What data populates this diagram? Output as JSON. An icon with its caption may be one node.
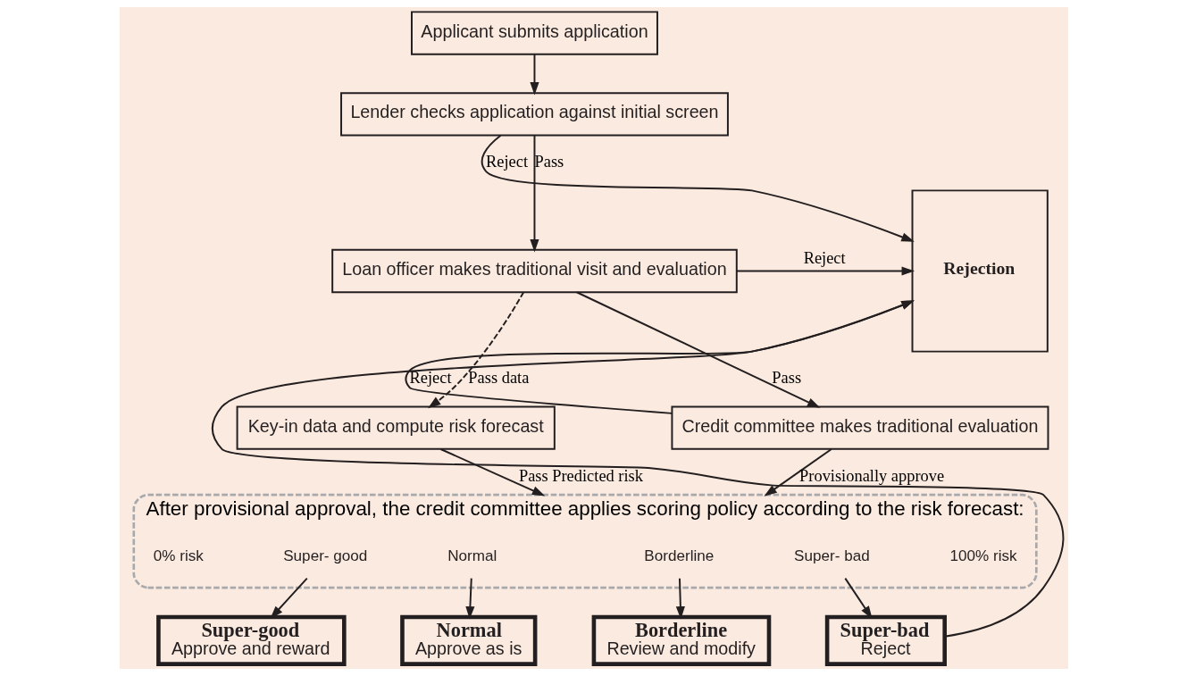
{
  "diagram": {
    "nodes": [
      {
        "text": [
          "Applicant submits application"
        ]
      },
      {
        "text": [
          "Lender checks application against initial screen"
        ]
      },
      {
        "text": [
          "Rejection"
        ]
      },
      {
        "text": [
          "Loan officer makes traditional visit and evaluation"
        ]
      },
      {
        "text": [
          "Key-in data and compute risk forecast"
        ]
      },
      {
        "text": [
          "Credit committee makes traditional evaluation"
        ]
      },
      {
        "text": [
          "After provisional approval, the credit committee applies scoring policy according to the risk forecast:"
        ]
      },
      {
        "text": [
          "Super- good"
        ],
        "in": 6
      },
      {
        "text": [
          "Normal"
        ],
        "in": 6
      },
      {
        "text": [
          "Borderline"
        ],
        "in": 6
      },
      {
        "text": [
          "Super- bad"
        ],
        "in": 6
      },
      {
        "text": [
          "Super-good",
          "Approve and reward"
        ]
      },
      {
        "text": [
          "Normal",
          "Approve as is"
        ]
      },
      {
        "text": [
          "Borderline",
          "Review and modify"
        ]
      },
      {
        "text": [
          "Super-bad",
          "Reject"
        ]
      }
    ],
    "edges": [
      {
        "from": 0,
        "to": 1,
        "arrow": "to"
      },
      {
        "from": 1,
        "to": 2,
        "arrow": "to",
        "label": "Reject"
      },
      {
        "from": 1,
        "to": 3,
        "arrow": "to",
        "label": "Pass"
      },
      {
        "from": 3,
        "to": 2,
        "arrow": "to",
        "label": "Reject"
      },
      {
        "from": 3,
        "to": 4,
        "arrow": "to",
        "label": "Pass data",
        "style": "dashed"
      },
      {
        "from": 3,
        "to": 5,
        "arrow": "to",
        "label": "Pass"
      },
      {
        "from": 5,
        "to": 2,
        "arrow": "to",
        "label": "Reject"
      },
      {
        "from": 4,
        "to": 6,
        "arrow": "to",
        "label": "Pass Predicted risk"
      },
      {
        "from": 5,
        "to": 6,
        "arrow": "to",
        "label": "Provisionally approve"
      },
      {
        "from": 7,
        "to": 11,
        "arrow": "to"
      },
      {
        "from": 8,
        "to": 12,
        "arrow": "to"
      },
      {
        "from": 9,
        "to": 13,
        "arrow": "to"
      },
      {
        "from": 10,
        "to": 14,
        "arrow": "to"
      },
      {
        "from": 14,
        "to": 2,
        "arrow": "to"
      }
    ],
    "labels": [
      "0% risk",
      "100% risk"
    ]
  }
}
